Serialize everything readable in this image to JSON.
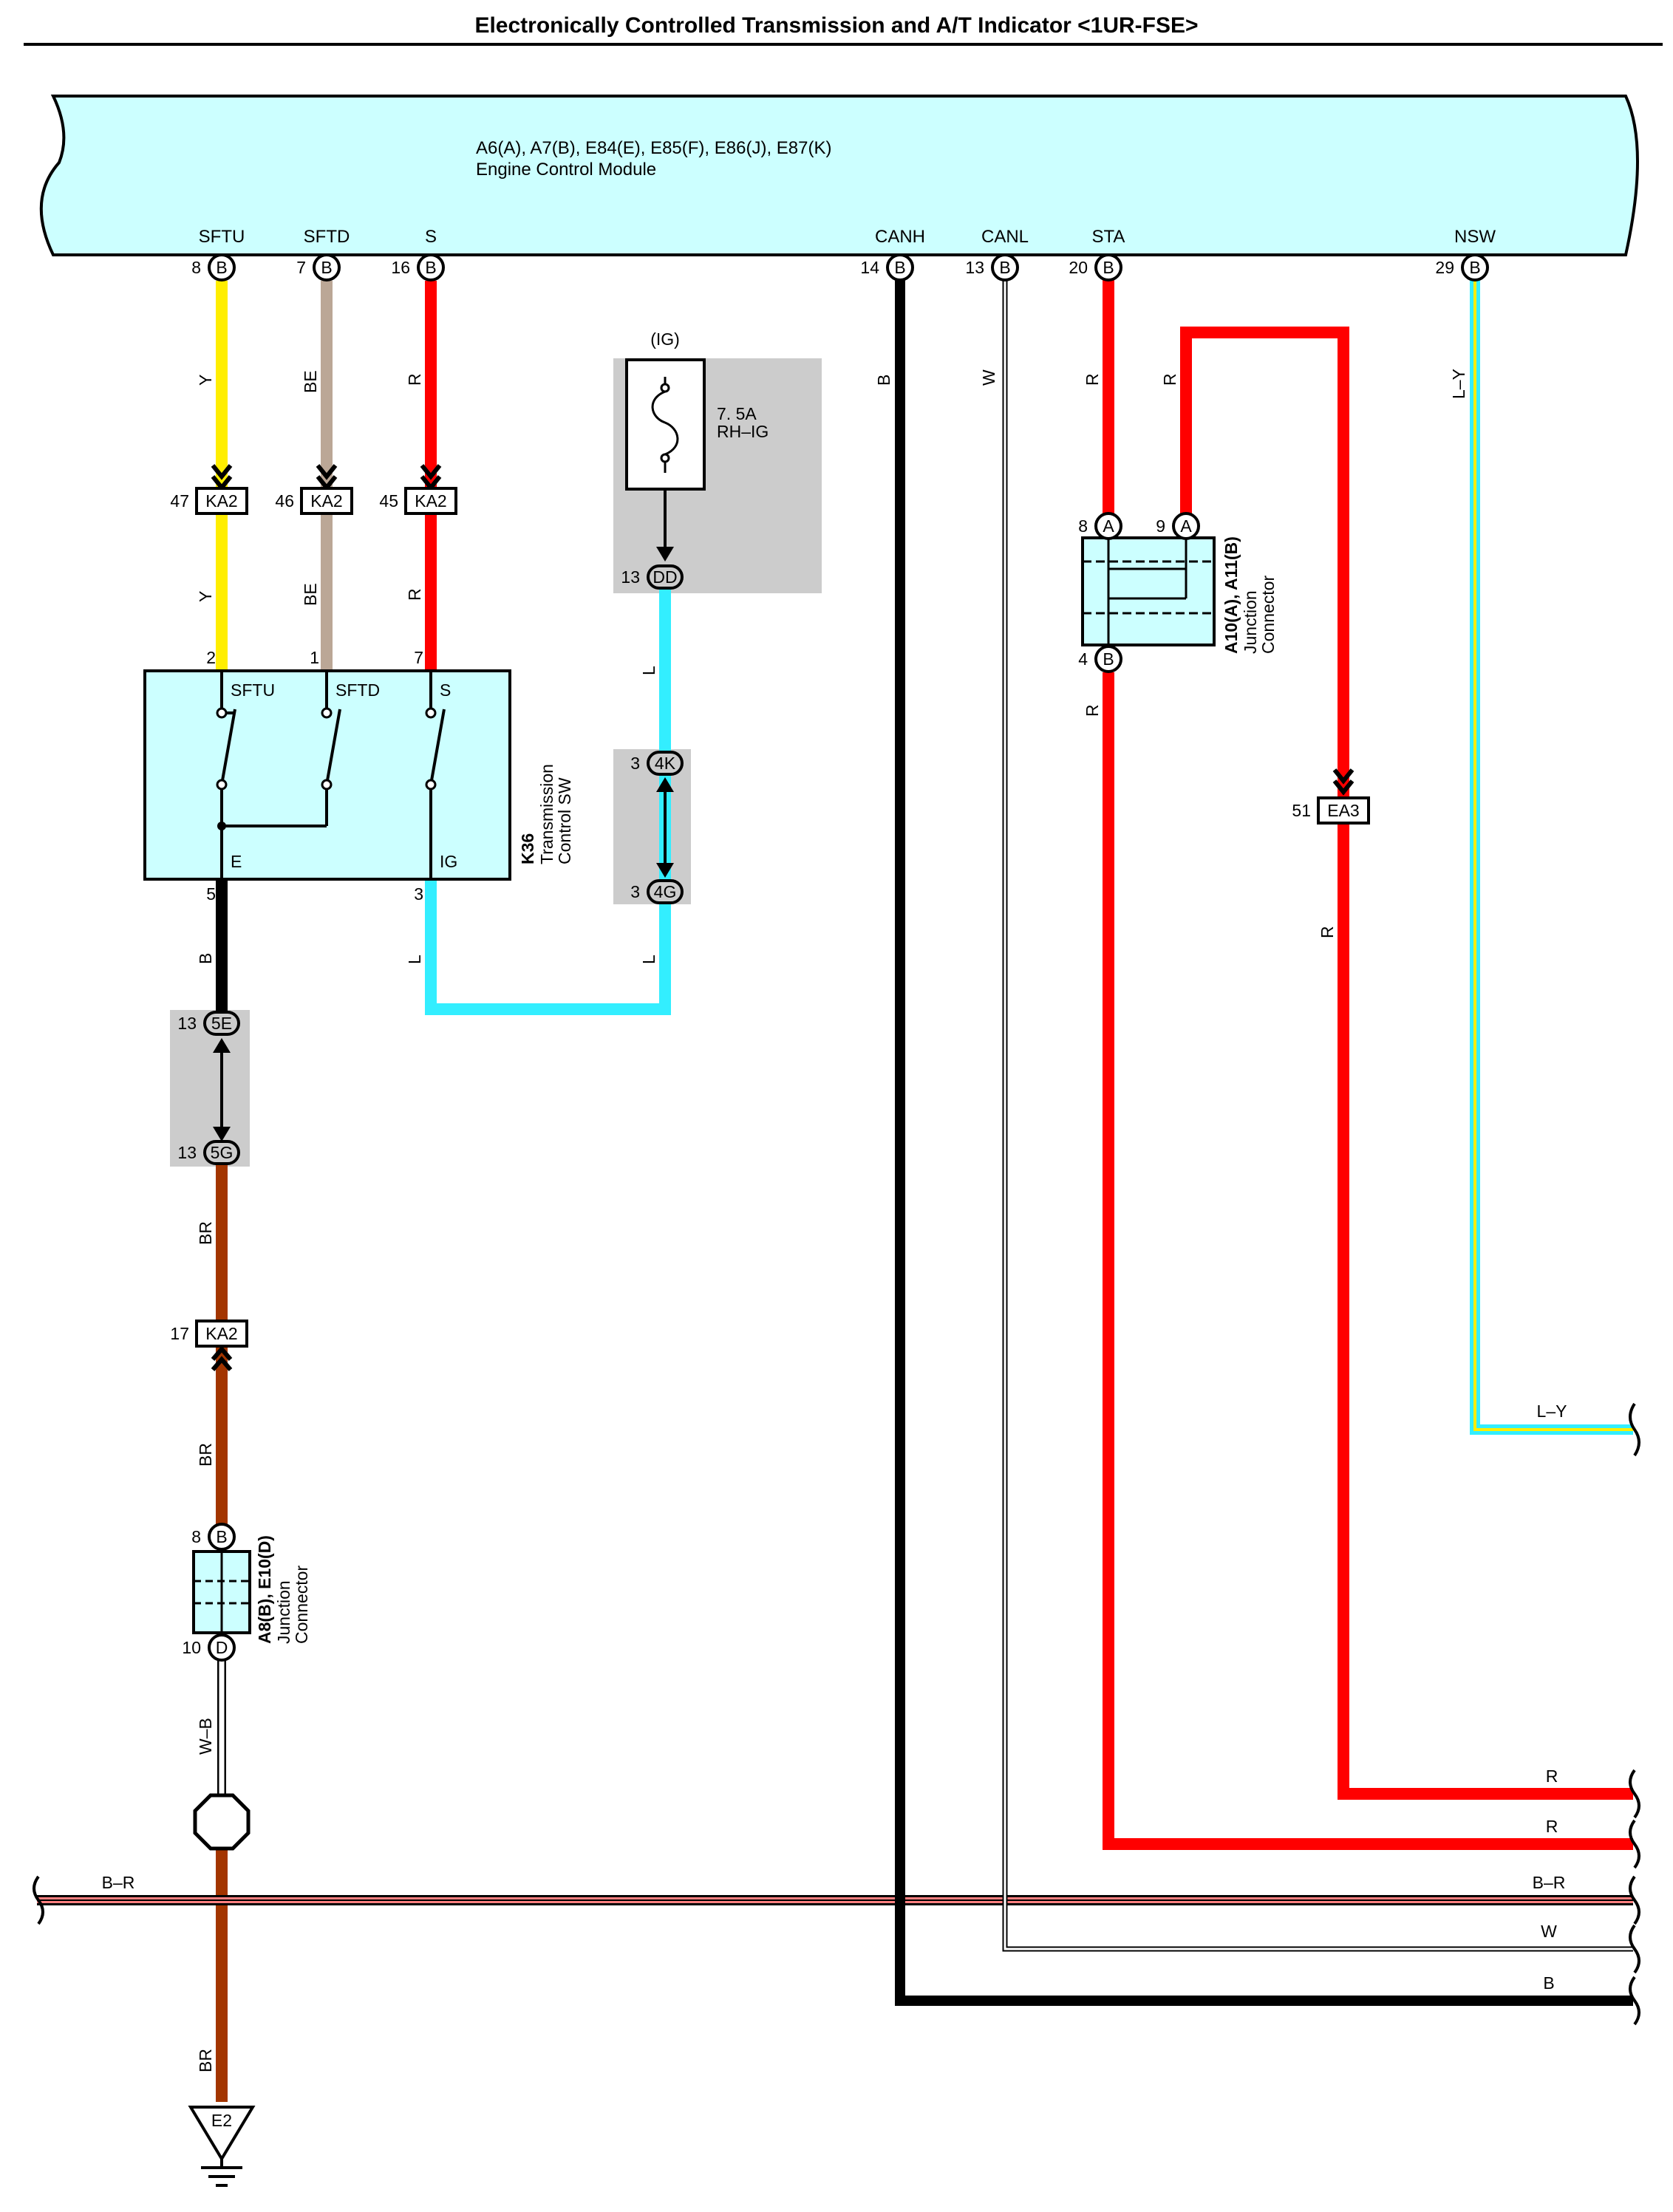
{
  "title": "Electronically Controlled Transmission and A/T Indicator <1UR-FSE>",
  "ecm": {
    "connectors": "A6(A), A7(B), E84(E), E85(F), E86(J), E87(K)",
    "name": "Engine Control Module",
    "terminals": [
      {
        "signal": "SFTU",
        "pin": "8",
        "conn": "B"
      },
      {
        "signal": "SFTD",
        "pin": "7",
        "conn": "B"
      },
      {
        "signal": "S",
        "pin": "16",
        "conn": "B"
      },
      {
        "signal": "CANH",
        "pin": "14",
        "conn": "B"
      },
      {
        "signal": "CANL",
        "pin": "13",
        "conn": "B"
      },
      {
        "signal": "STA",
        "pin": "20",
        "conn": "B"
      },
      {
        "signal": "NSW",
        "pin": "29",
        "conn": "B"
      }
    ]
  },
  "fuse": {
    "circuit": "(IG)",
    "rating": "7. 5A",
    "name": "RH–IG"
  },
  "transmission_sw": {
    "id": "K36",
    "name_line1": "Transmission",
    "name_line2": "Control SW",
    "terminals": [
      "SFTU",
      "SFTD",
      "S",
      "E",
      "IG"
    ]
  },
  "junction_a10": {
    "id": "A10(A), A11(B)",
    "line1": "Junction",
    "line2": "Connector"
  },
  "junction_a8": {
    "id": "A8(B), E10(D)",
    "line1": "Junction",
    "line2": "Connector"
  },
  "ground": "E2",
  "connectors": [
    {
      "pin": "47",
      "name": "KA2"
    },
    {
      "pin": "46",
      "name": "KA2"
    },
    {
      "pin": "45",
      "name": "KA2"
    },
    {
      "pin": "13",
      "name": "DD"
    },
    {
      "pin": "3",
      "name": "4K"
    },
    {
      "pin": "3",
      "name": "4G"
    },
    {
      "pin": "13",
      "name": "5E"
    },
    {
      "pin": "13",
      "name": "5G"
    },
    {
      "pin": "17",
      "name": "KA2"
    },
    {
      "pin": "51",
      "name": "EA3"
    },
    {
      "pin": "8",
      "name": "A"
    },
    {
      "pin": "9",
      "name": "A"
    },
    {
      "pin": "4",
      "name": "B"
    },
    {
      "pin": "8",
      "name": "B"
    },
    {
      "pin": "10",
      "name": "D"
    }
  ],
  "pin_numbers": {
    "sw_sftu": "2",
    "sw_sftd": "1",
    "sw_s": "7",
    "sw_e": "5",
    "sw_ig": "3"
  },
  "wire_labels": {
    "y": "Y",
    "be": "BE",
    "r": "R",
    "b": "B",
    "w": "W",
    "l": "L",
    "ly": "L–Y",
    "br": "BR",
    "wb": "W–B",
    "br_bus": "B–R"
  },
  "colors": {
    "ecm_fill": "#ccffff",
    "yellow": "#ffee00",
    "beige": "#bba796",
    "red": "#ff0000",
    "cyan": "#33eeff",
    "brown": "#a33500",
    "black": "#000000",
    "gray_box": "#cccccc"
  }
}
